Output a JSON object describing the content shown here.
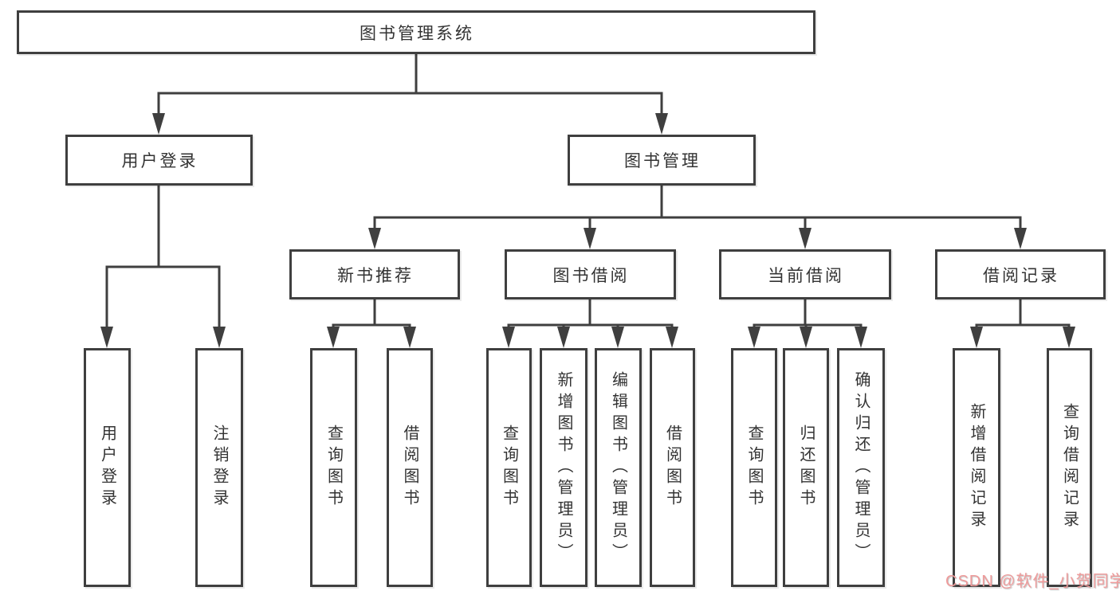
{
  "colors": {
    "line": "#3f3f3f",
    "text": "#333333",
    "background": "#ffffff",
    "watermark_color": "#ef9b9b"
  },
  "diagram": {
    "root": {
      "label": "图书管理系统"
    },
    "level2": [
      {
        "label": "用户登录"
      },
      {
        "label": "图书管理"
      }
    ],
    "level3": [
      {
        "label": "新书推荐"
      },
      {
        "label": "图书借阅"
      },
      {
        "label": "当前借阅"
      },
      {
        "label": "借阅记录"
      }
    ],
    "leaves": [
      {
        "label": "用户登录"
      },
      {
        "label": "注销登录"
      },
      {
        "label": "查询图书"
      },
      {
        "label": "借阅图书"
      },
      {
        "label": "查询图书"
      },
      {
        "label": "新增图书（管理员）"
      },
      {
        "label": "编辑图书（管理员）"
      },
      {
        "label": "借阅图书"
      },
      {
        "label": "查询图书"
      },
      {
        "label": "归还图书"
      },
      {
        "label": "确认归还（管理员）"
      },
      {
        "label": "新增借阅记录"
      },
      {
        "label": "查询借阅记录"
      }
    ]
  },
  "watermark": {
    "text": "CSDN @软件_小贺同学"
  }
}
